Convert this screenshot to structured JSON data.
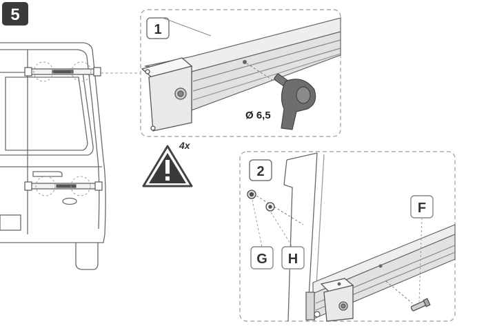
{
  "step": {
    "number": "5"
  },
  "detail1": {
    "number": "1",
    "drill_size": "Ø 6,5",
    "repeat": "4x"
  },
  "detail2": {
    "number": "2",
    "parts": {
      "f": "F",
      "g": "G",
      "h": "H"
    }
  },
  "icons": {
    "warning": "warning-triangle-icon",
    "drill": "drill-icon"
  },
  "colors": {
    "badge_bg": "#3a3a3a",
    "outline": "#555555",
    "rail_fill": "#e6e6e6",
    "frame_dash": "#999999"
  }
}
